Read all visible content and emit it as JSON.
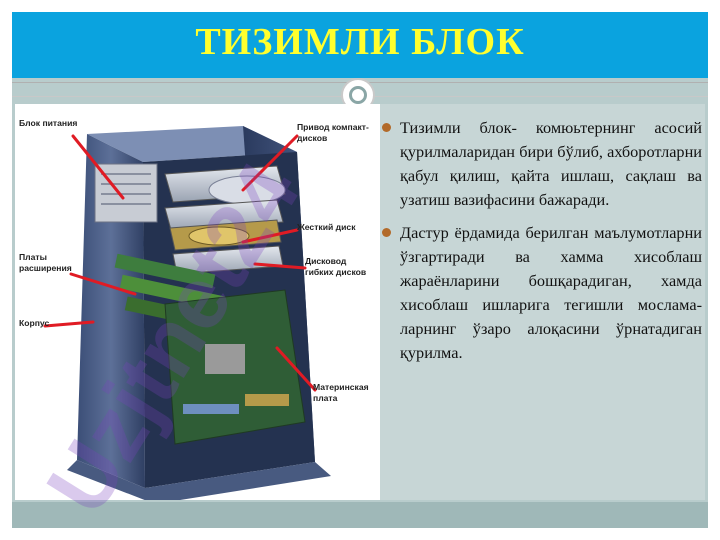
{
  "slide": {
    "title": "ТИЗИМЛИ БЛОК",
    "bullets": [
      "Тизимли блок- комюьтернинг асосий қурилмаларидан бири бўлиб, ахборотларни қабул қилиш, қайта ишлаш, сақлаш ва узатиш вазифасини бажаради.",
      "Дастур ёрдамида  берилган маълумотларни ўзгартиради ва хамма хисоблаш жараёнларини  бошқарадиган, хамда хисоблаш ишларига тегишли  мослама-ларнинг ўзаро алоқасини ўрнатадиган қурилма."
    ],
    "diagram_labels": {
      "psu": "Блок питания",
      "cd_line1": "Привод компакт-",
      "cd_line2": "дисков",
      "hdd": "Жесткий диск",
      "exp_line1": "Платы",
      "exp_line2": "расширения",
      "fdd_line1": "Дисковод",
      "fdd_line2": "гибких дисков",
      "case": "Корпус",
      "mb_line1": "Материнская",
      "mb_line2": "плата"
    },
    "watermark": "Uzjtnet24",
    "colors": {
      "title_bar": "#0aa3df",
      "title_text": "#ffff2e",
      "panel": "#c7d6d6",
      "bullet": "#b26a2a",
      "pointer": "#e01b24",
      "watermark": "#7a3fbf"
    }
  }
}
